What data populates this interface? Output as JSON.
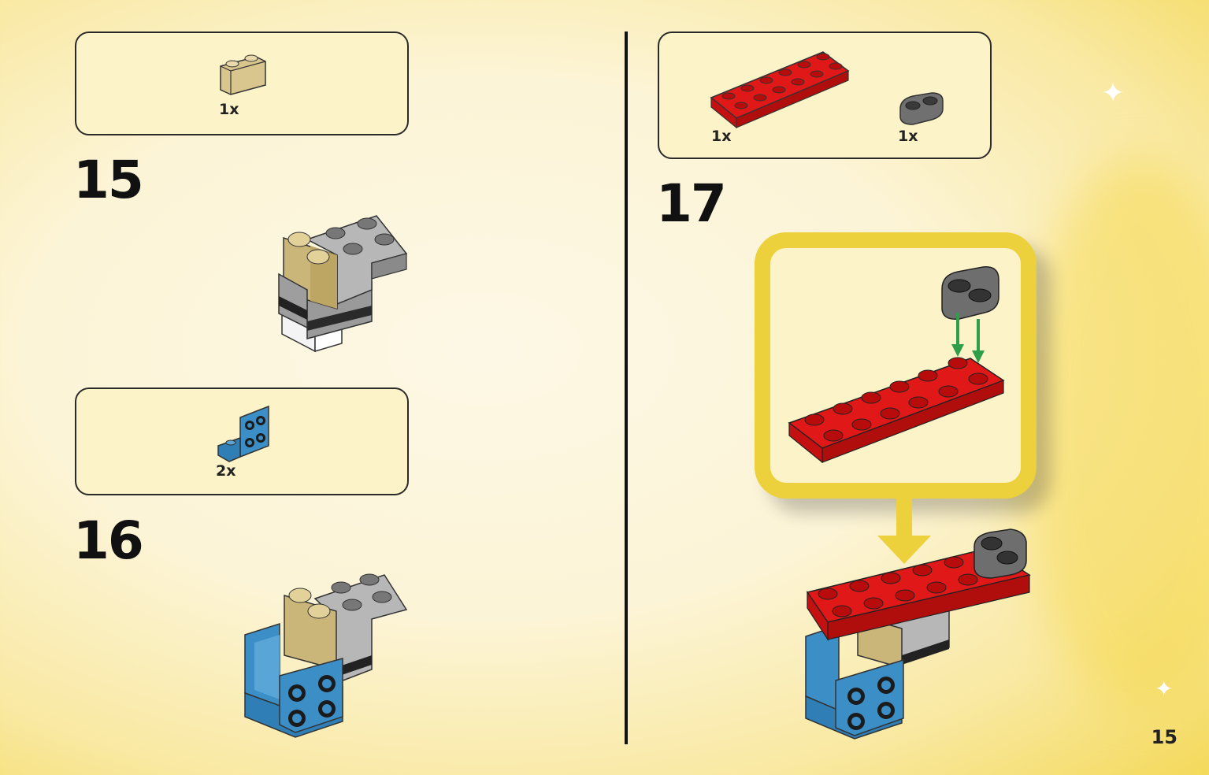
{
  "steps": [
    {
      "number": "15",
      "parts": [
        {
          "qty": "1x",
          "color": "#d9c68e",
          "icon": "tan-brick-rounded-icon"
        }
      ]
    },
    {
      "number": "16",
      "parts": [
        {
          "qty": "2x",
          "color": "#3b8ec6",
          "icon": "blue-bracket-icon"
        }
      ]
    },
    {
      "number": "17",
      "parts": [
        {
          "qty": "1x",
          "color": "#d40f0f",
          "icon": "red-plate-2x6-icon"
        },
        {
          "qty": "1x",
          "color": "#707070",
          "icon": "gray-plate-rounded-icon"
        }
      ]
    }
  ],
  "page_number": "15",
  "colors": {
    "frame": "#ecd03c",
    "arrow_green": "#2e9e4a",
    "arrow_yellow": "#ecd03c"
  }
}
